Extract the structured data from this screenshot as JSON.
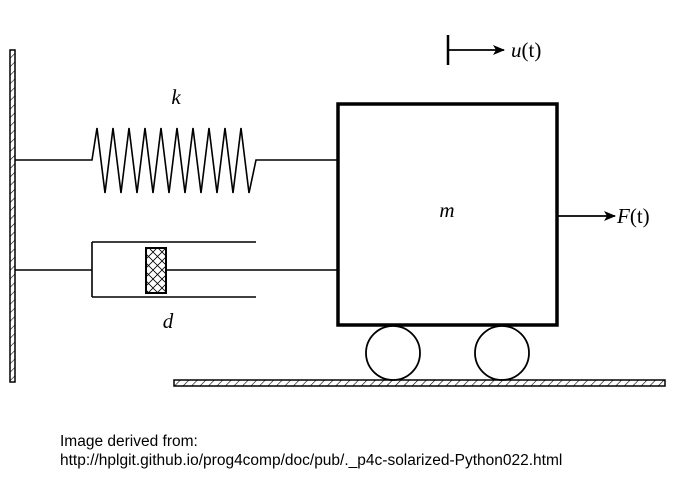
{
  "diagram": {
    "labels": {
      "spring": "k",
      "damper": "d",
      "mass": "m",
      "displacement_symbol": "u",
      "displacement_arg": "(t)",
      "force_symbol": "F",
      "force_arg": "(t)"
    }
  },
  "caption": {
    "line1": "Image derived from:",
    "line2": "http://hplgit.github.io/prog4comp/doc/pub/._p4c-solarized-Python022.html"
  },
  "colors": {
    "stroke": "#000000",
    "background": "#ffffff"
  }
}
